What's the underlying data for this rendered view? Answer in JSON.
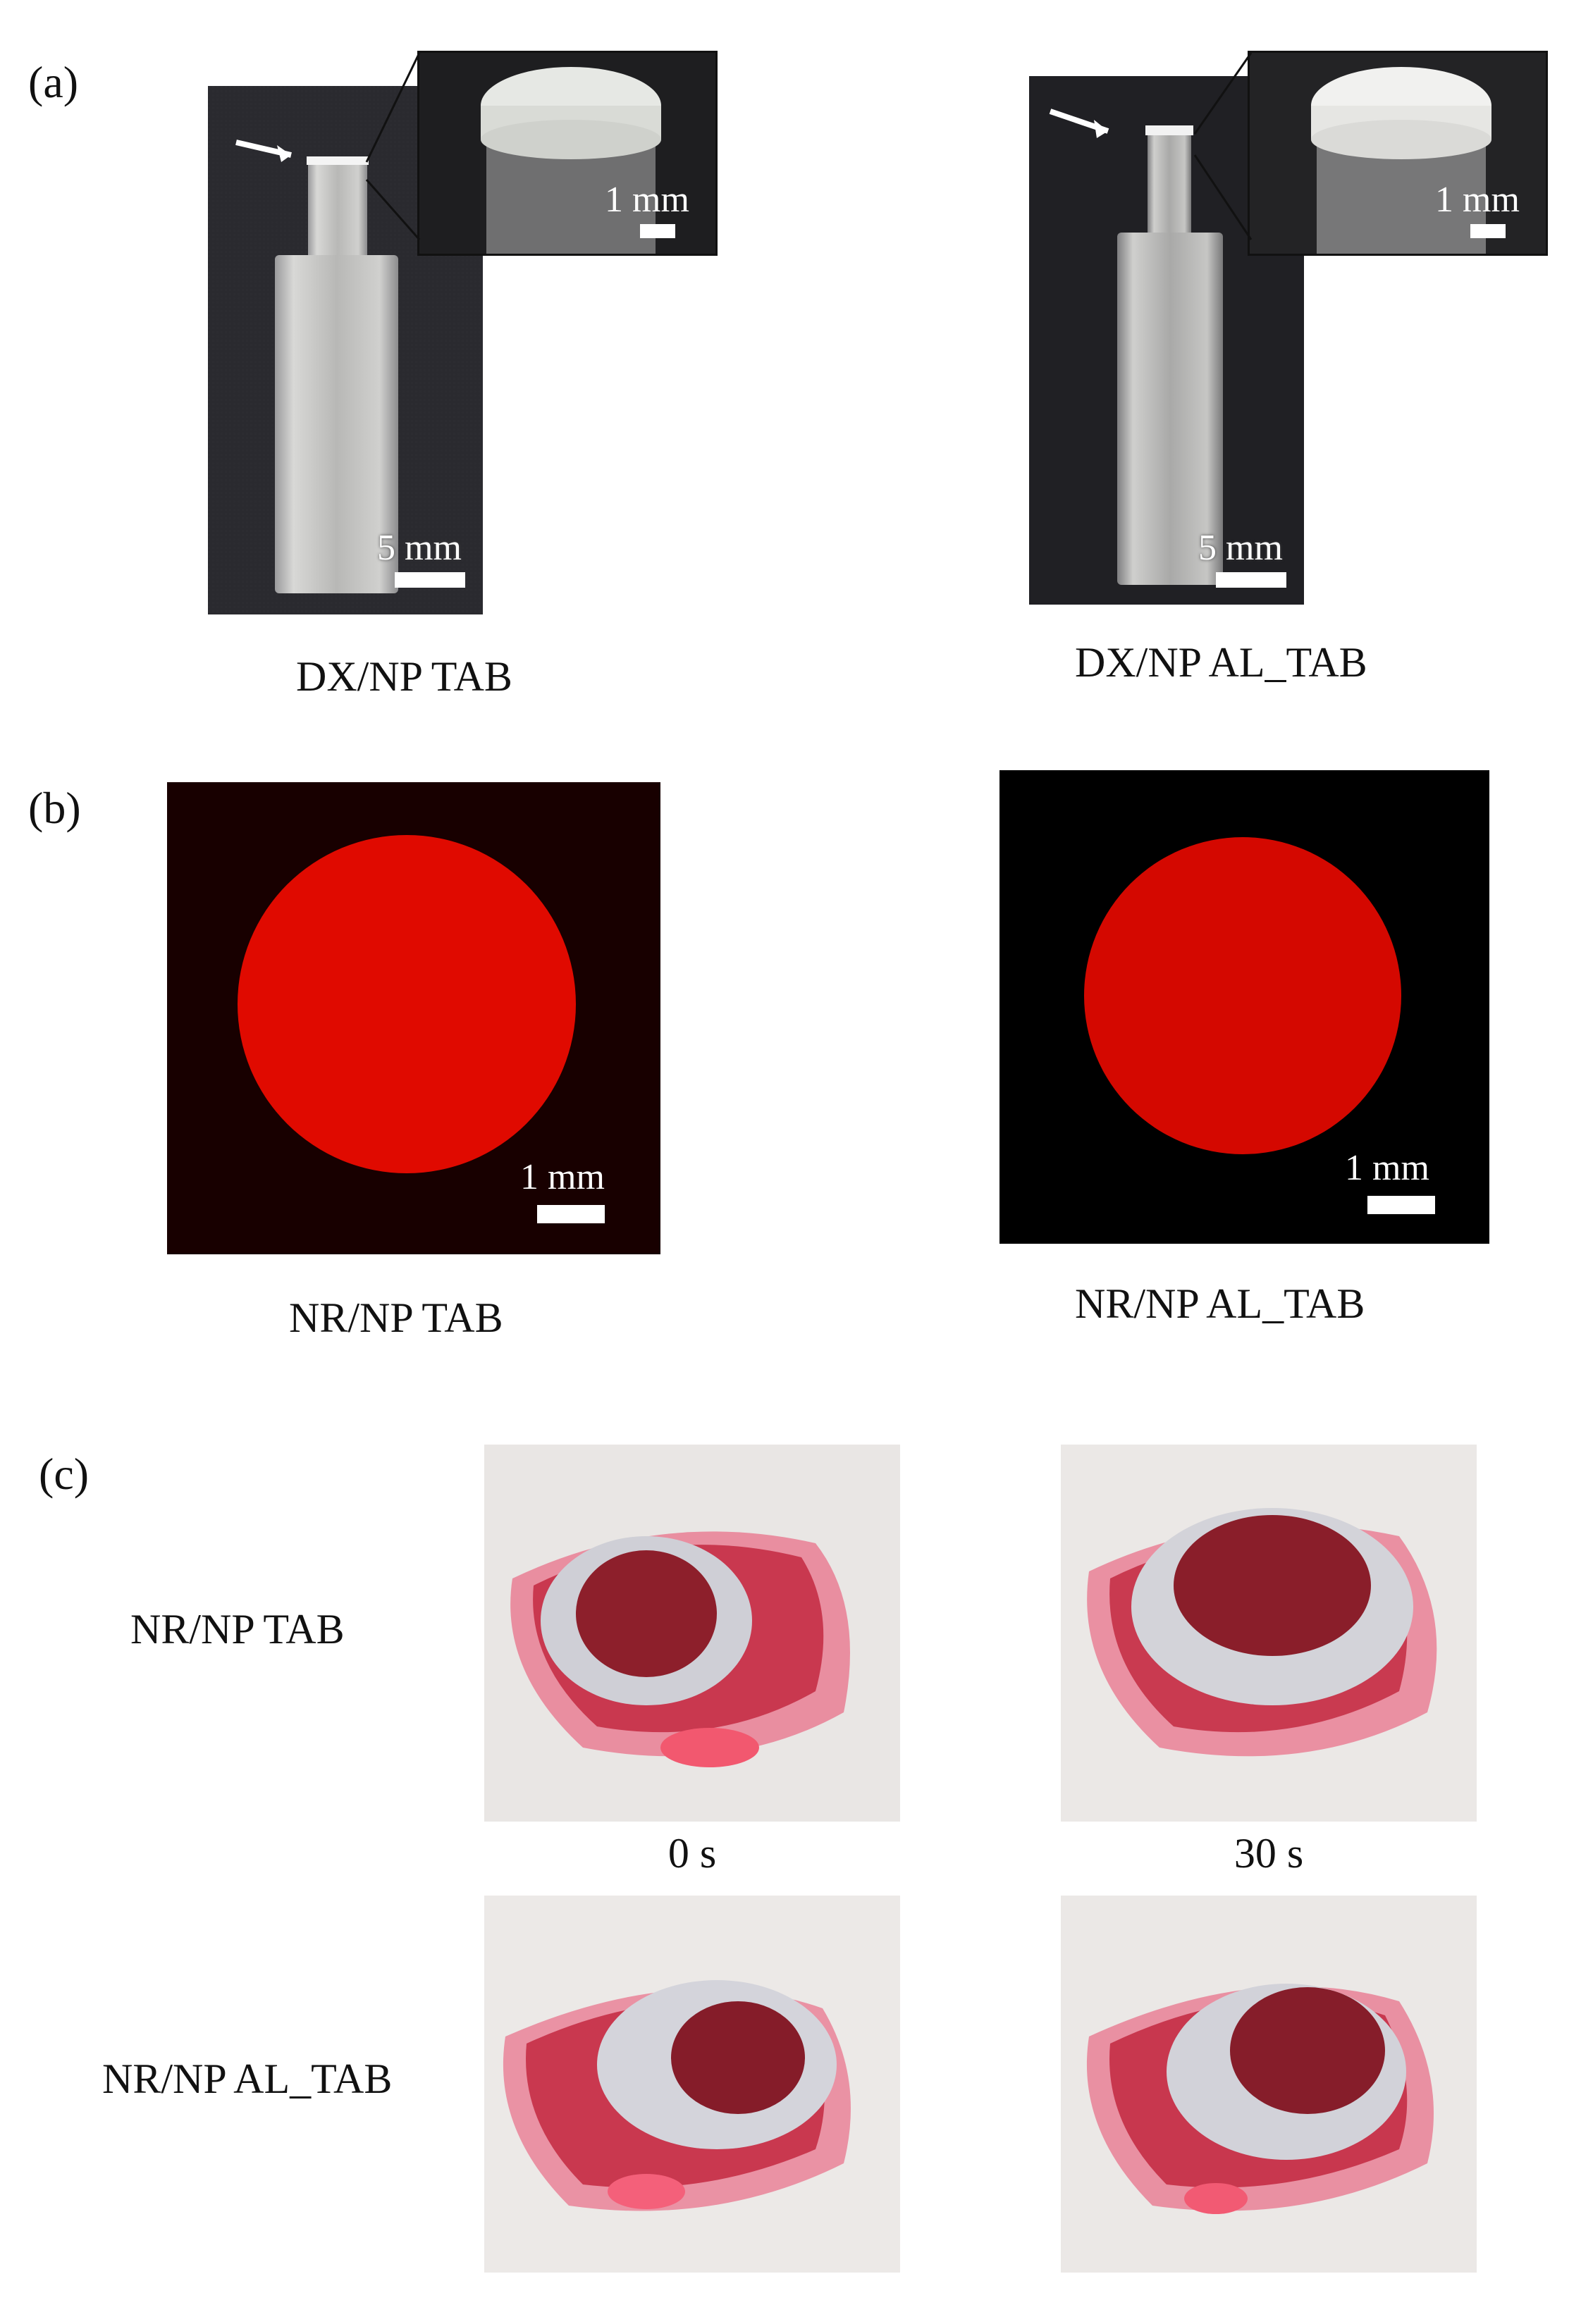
{
  "panels": {
    "a": {
      "label": "(a)",
      "left": {
        "caption": "DX/NP TAB",
        "main_scale": "5 mm",
        "inset_scale": "1 mm"
      },
      "right": {
        "caption": "DX/NP AL_TAB",
        "main_scale": "5 mm",
        "inset_scale": "1 mm"
      }
    },
    "b": {
      "label": "(b)",
      "left": {
        "caption": "NR/NP TAB",
        "scale": "1 mm",
        "color": "#e00a00"
      },
      "right": {
        "caption": "NR/NP AL_TAB",
        "scale": "1 mm",
        "color": "#d40800"
      }
    },
    "c": {
      "label": "(c)",
      "rows": [
        "NR/NP TAB",
        "NR/NP AL_TAB"
      ],
      "times": [
        "0 s",
        "30 s"
      ]
    }
  }
}
